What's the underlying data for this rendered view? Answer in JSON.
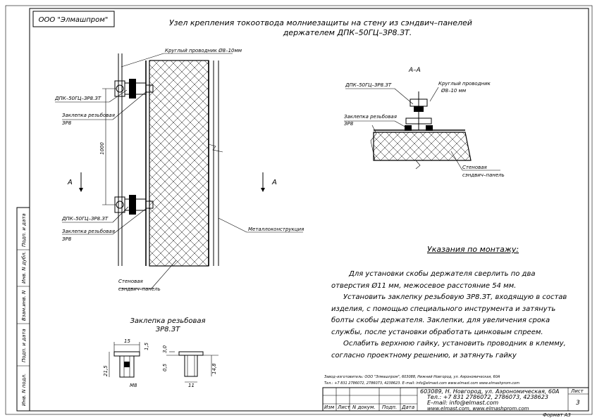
{
  "company_stamp": "ООО \"Элмашпром\"",
  "title_line1": "Узел крепления токоотвода молниезащиты на стену из сэндвич–панелей",
  "title_line2": "держателем ДПК–50ГЦ–ЗР8.ЗТ.",
  "main_view": {
    "label_conductor": "Круглый проводник Ø8–10мм",
    "label_holder_top": "ДПК–50ГЦ–ЗР8.ЗТ",
    "label_rivet_top_1": "Заклепка резьбовая",
    "label_rivet_top_2": "ЗР8",
    "dimension_spacing": "1000",
    "section_mark_left": "А",
    "section_mark_right": "А",
    "label_holder_bottom": "ДПК–50ГЦ–ЗР8.ЗТ",
    "label_rivet_bottom_1": "Заклепка резьбовая",
    "label_rivet_bottom_2": "ЗР8",
    "label_metal_structure": "Металлоконструкция",
    "label_panel_1": "Стеновая",
    "label_panel_2": "сэндвич–панель"
  },
  "section_view": {
    "title": "А–А",
    "label_holder": "ДПК–50ГЦ–ЗР8.ЗТ",
    "label_conductor_1": "Круглый проводник",
    "label_conductor_2": "Ø8–10 мм",
    "label_rivet_1": "Заклепка резьбовая",
    "label_rivet_2": "ЗР8",
    "label_panel_1": "Стеновая",
    "label_panel_2": "сэндвич–панель"
  },
  "rivet_detail": {
    "title_1": "Заклепка резьбовая",
    "title_2": "ЗР8.ЗТ",
    "dim_15": "15",
    "dim_1_5": "1,5",
    "dim_21_5": "21,5",
    "dim_m8": "M8",
    "dim_3_0": "3,0",
    "dim_0_5": "0,5",
    "dim_14_8": "14,8",
    "dim_11": "11"
  },
  "instructions": {
    "heading": "Указания по монтажу:",
    "lines": [
      "Для установки скобы держателя сверлить по два",
      "отверстия Ø11 мм, межосевое расстояние 54 мм.",
      "Установить заклепку резьбовую ЗР8.ЗТ, входящую в состав",
      "изделия, с помощью специального инструмента и затянуть",
      "болты скобы держателя. Заклепки, для увеличения срока",
      "службы, после установки обработать цинковым спреем.",
      "Ослабить верхнюю гайку, установить проводник в клемму,",
      "согласно проектному решению, и затянуть гайку"
    ]
  },
  "manufacturer_line1": "Завод–изготовитель: ООО \"Элмашпром\", 603088, Нижний Новгород, ул. Аэрономическая, 60А",
  "manufacturer_line2": "Тел.: +7 831 2786072, 2786073, 4238623. E–mail: info@elmast.com www.elmast.com www.elmashprom.com",
  "title_block": {
    "address": "603089, Н. Новгород, ул. Аэрономическая, 60А",
    "phone": "Тел.: +7 831 2786072, 2786073, 4238623",
    "email": "E–mail: info@elmast.com",
    "web": "www.elmast.com, www.elmashprom.com",
    "sheet_label": "Лист",
    "sheet_number": "3",
    "cols": [
      "Изм",
      "Лист",
      "N докум.",
      "Подп.",
      "Дата"
    ]
  },
  "format_label": "Формат А3",
  "left_stamp": [
    "Инв. N подл.",
    "Подп. и дата",
    "Взам.инв. N",
    "Инв. N дубл.",
    "Подп. и дата"
  ]
}
